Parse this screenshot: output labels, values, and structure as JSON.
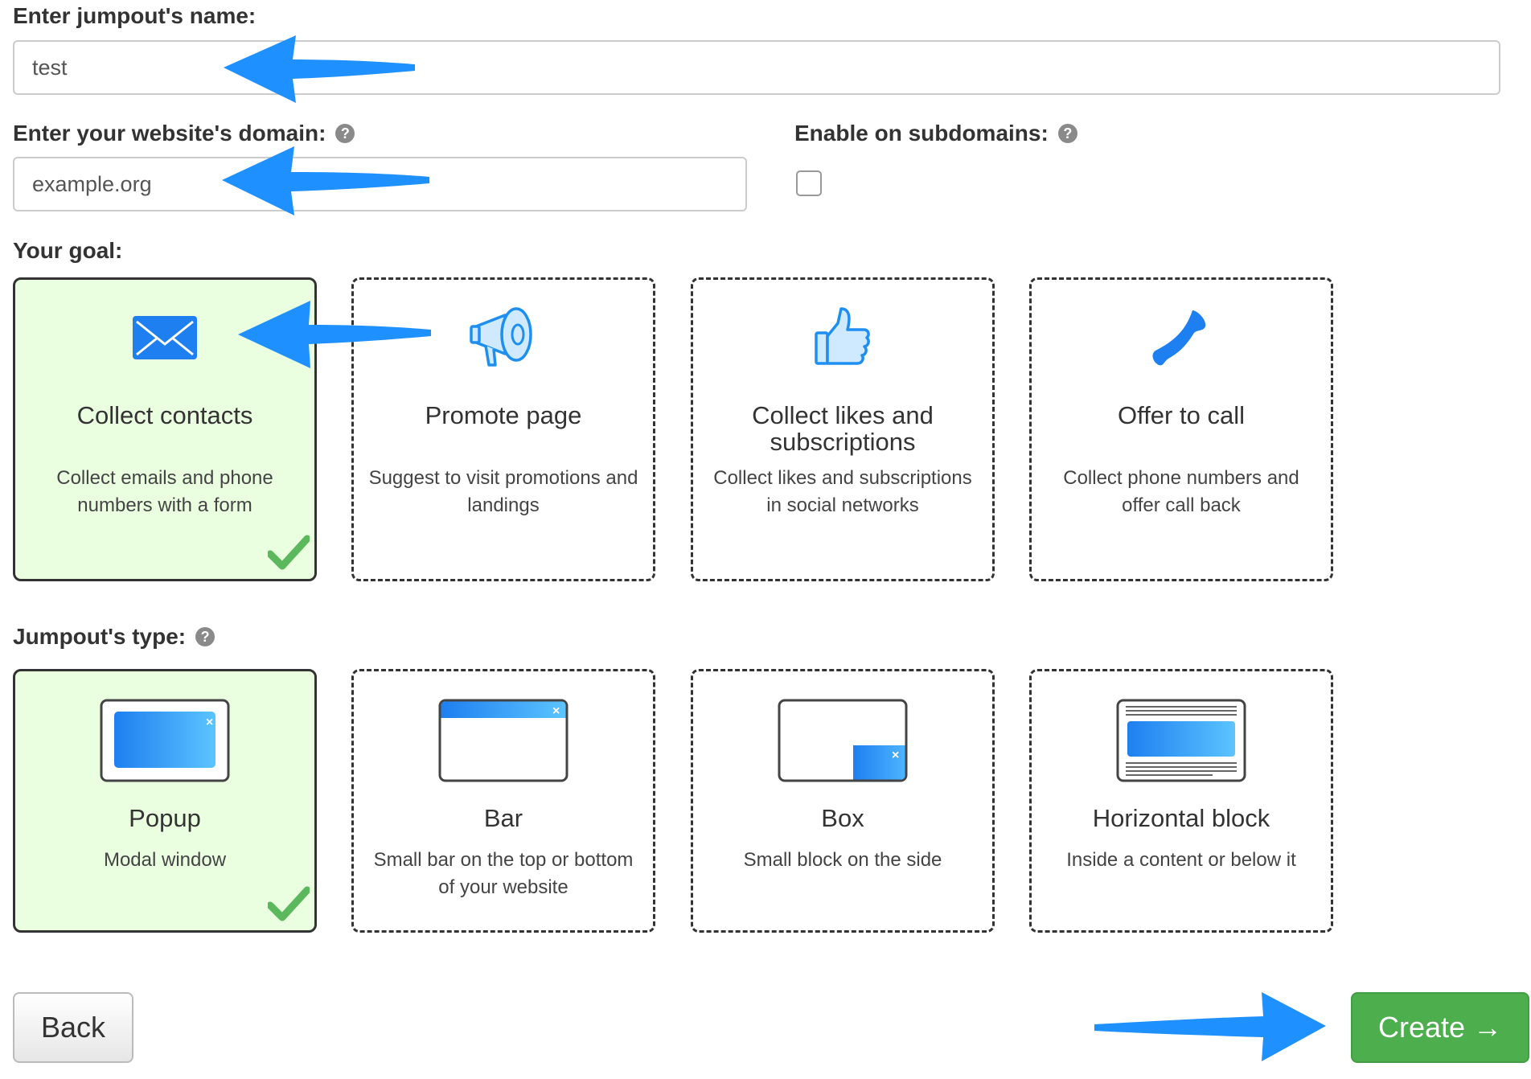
{
  "form": {
    "name_label": "Enter jumpout's name:",
    "name_value": "test",
    "domain_label": "Enter your website's domain:",
    "domain_value": "example.org",
    "subdomains_label": "Enable on subdomains:",
    "help_glyph": "?"
  },
  "goal": {
    "label": "Your goal:",
    "options": [
      {
        "title": "Collect contacts",
        "desc": "Collect emails and phone numbers with a form",
        "icon": "envelope-icon",
        "selected": true
      },
      {
        "title": "Promote page",
        "desc": "Suggest to visit promotions and landings",
        "icon": "megaphone-icon",
        "selected": false
      },
      {
        "title": "Collect likes and subscriptions",
        "desc": "Collect likes and subscriptions in social networks",
        "icon": "thumbs-up-icon",
        "selected": false
      },
      {
        "title": "Offer to call",
        "desc": "Collect phone numbers and offer call back",
        "icon": "phone-icon",
        "selected": false
      }
    ]
  },
  "type": {
    "label": "Jumpout's type:",
    "options": [
      {
        "title": "Popup",
        "desc": "Modal window",
        "icon": "popup-icon",
        "selected": true
      },
      {
        "title": "Bar",
        "desc": "Small bar on the top or bottom of your website",
        "icon": "bar-icon",
        "selected": false
      },
      {
        "title": "Box",
        "desc": "Small block on the side",
        "icon": "box-icon",
        "selected": false
      },
      {
        "title": "Horizontal block",
        "desc": "Inside a content or below it",
        "icon": "horizontal-block-icon",
        "selected": false
      }
    ]
  },
  "buttons": {
    "back": "Back",
    "create": "Create →"
  },
  "colors": {
    "accent_blue": "#1e90ff",
    "selected_bg": "#eaffe0",
    "check_green": "#5cb85c",
    "create_green": "#4cae4c"
  }
}
